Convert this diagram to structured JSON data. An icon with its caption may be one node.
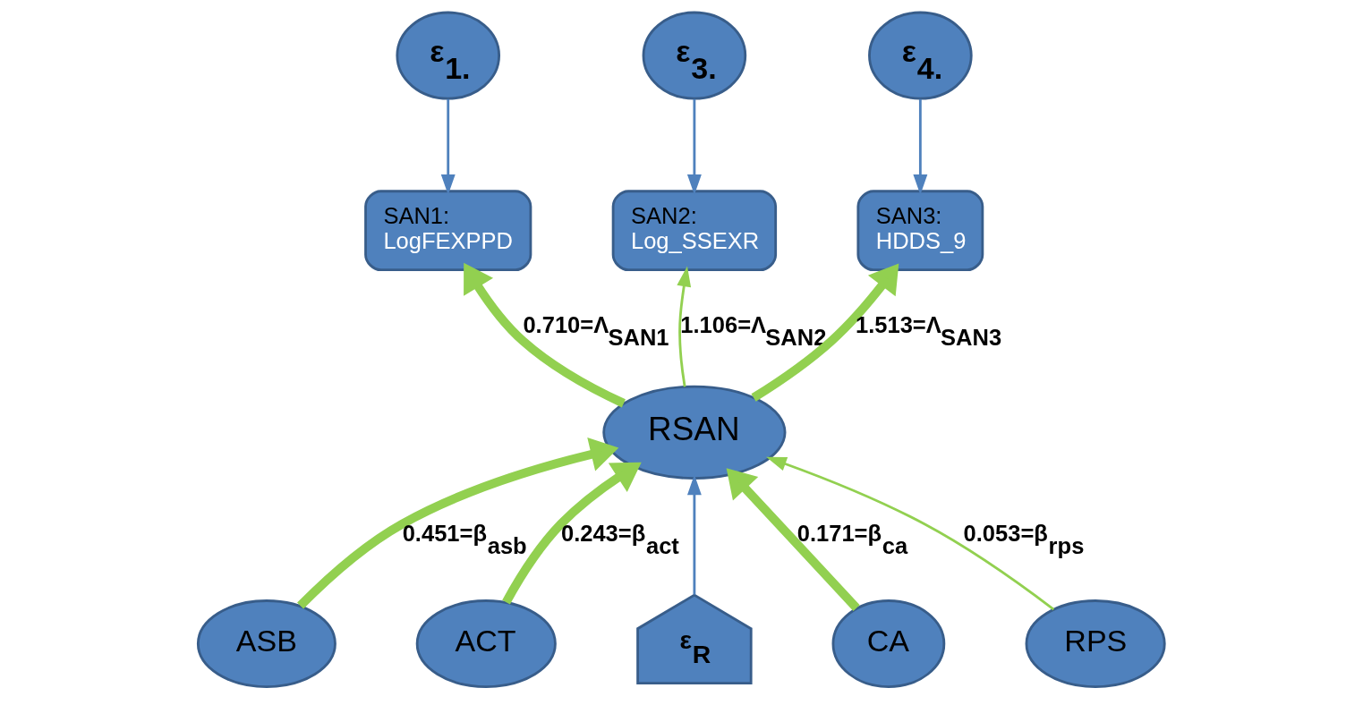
{
  "diagram": {
    "nodes": [
      {
        "text": [
          "ε$_{1.}$"
        ]
      },
      {
        "text": [
          "SAN1:",
          "LogFEXPPD"
        ]
      },
      {
        "text": [
          "ε$_{3.}$"
        ]
      },
      {
        "text": [
          "SAN2:",
          "Log_SSEXR"
        ]
      },
      {
        "text": [
          "ε$_{4.}$"
        ]
      },
      {
        "text": [
          "SAN3:",
          "HDDS_9"
        ]
      },
      {
        "text": [
          "RSAN"
        ]
      },
      {
        "text": [
          "ε$_{R}$"
        ]
      },
      {
        "text": [
          "ASB"
        ]
      },
      {
        "text": [
          "ACT"
        ]
      },
      {
        "text": [
          "CA"
        ]
      },
      {
        "text": [
          "RPS"
        ]
      }
    ],
    "edges": [
      {
        "from": 0,
        "to": 1,
        "arrow": "to",
        "color": "#4f81bd"
      },
      {
        "from": 2,
        "to": 3,
        "arrow": "to",
        "color": "#4f81bd"
      },
      {
        "from": 4,
        "to": 5,
        "arrow": "to",
        "color": "#4f81bd"
      },
      {
        "from": 6,
        "to": 1,
        "arrow": "to",
        "label": "0.710=Λ$_{SAN1}$",
        "style": "thick"
      },
      {
        "from": 6,
        "to": 3,
        "arrow": "to",
        "label": "1.106=Λ$_{SAN2}$"
      },
      {
        "from": 6,
        "to": 5,
        "arrow": "to",
        "label": "1.513=Λ$_{SAN3}$",
        "style": "thick"
      },
      {
        "from": 8,
        "to": 6,
        "arrow": "to",
        "label": "0.451=β$_{asb}$",
        "style": "thick"
      },
      {
        "from": 9,
        "to": 6,
        "arrow": "to",
        "label": "0.243=β$_{act}$",
        "style": "thick"
      },
      {
        "from": 7,
        "to": 6,
        "arrow": "to",
        "color": "#4f81bd"
      },
      {
        "from": 10,
        "to": 6,
        "arrow": "to",
        "label": "0.171=β$_{ca}$",
        "style": "thick"
      },
      {
        "from": 11,
        "to": 6,
        "arrow": "to",
        "label": "0.053=β$_{rps}$"
      }
    ]
  }
}
